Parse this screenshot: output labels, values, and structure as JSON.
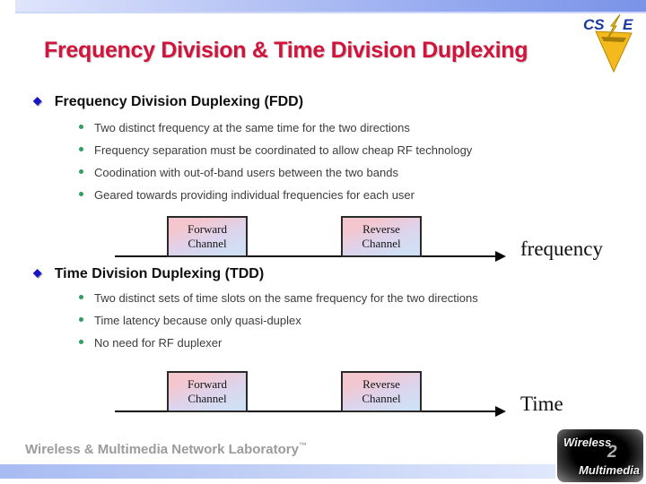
{
  "title": "Frequency Division & Time Division Duplexing",
  "csie": {
    "cs": "CS",
    "e": "E"
  },
  "icons": {
    "diamond": "◆"
  },
  "sections": [
    {
      "heading": "Frequency Division Duplexing (FDD)",
      "bullets": [
        "Two distinct frequency at the same time for the two directions",
        "Frequency separation must be coordinated to allow cheap RF technology",
        "Coodination with out-of-band users between the two bands",
        "Geared towards providing individual frequencies for each user"
      ],
      "diagram": {
        "boxes": [
          {
            "line1": "Forward",
            "line2": "Channel"
          },
          {
            "line1": "Reverse",
            "line2": "Channel"
          }
        ],
        "axis_label": "frequency"
      }
    },
    {
      "heading": "Time Division Duplexing (TDD)",
      "bullets": [
        "Two distinct sets of time slots on the same frequency for the two directions",
        "Time latency because only quasi-duplex",
        "No need for RF duplexer"
      ],
      "diagram": {
        "boxes": [
          {
            "line1": "Forward",
            "line2": "Channel"
          },
          {
            "line1": "Reverse",
            "line2": "Channel"
          }
        ],
        "axis_label": "Time"
      }
    }
  ],
  "footer": {
    "lab_name": "Wireless & Multimedia Network Laboratory",
    "trademark": "™",
    "logo": {
      "line1": "Wireless",
      "mark": "2",
      "line2": "Multimedia"
    }
  },
  "colors": {
    "title_red": "#d2143c",
    "diamond_blue": "#1616c8",
    "bullet_green": "#2f9e60",
    "body_text": "#3c3c3c",
    "top_bar_left": "#e0e5fc",
    "top_bar_right": "#7b93e8",
    "footer_bar_left": "#a8bbf2",
    "footer_bar_right": "#e0e8fc",
    "channel_box_pink": "#f4c6ce",
    "channel_box_blue": "#cfe0f4",
    "csie_blue": "#1a3aa0",
    "csie_gold": "#f3b91d"
  }
}
